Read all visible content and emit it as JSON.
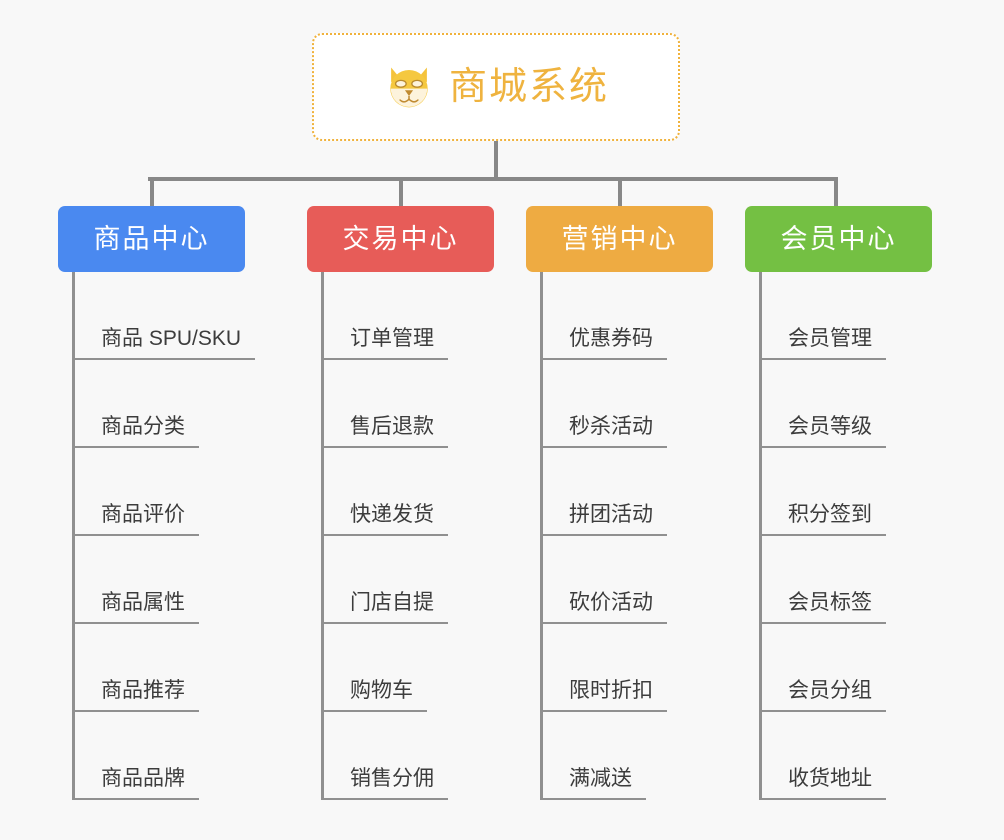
{
  "background_color": "#f8f8f8",
  "root": {
    "title": "商城系统",
    "icon": "shiba-dog-face-emoji",
    "text_color": "#efb33f",
    "border_color": "#f0b23c",
    "background_color": "#ffffff"
  },
  "connector_color": "#888888",
  "categories": [
    {
      "label": "商品中心",
      "color": "#4a89f0",
      "items": [
        "商品 SPU/SKU",
        "商品分类",
        "商品评价",
        "商品属性",
        "商品推荐",
        "商品品牌"
      ]
    },
    {
      "label": "交易中心",
      "color": "#e75c58",
      "items": [
        "订单管理",
        "售后退款",
        "快递发货",
        "门店自提",
        "购物车",
        "销售分佣"
      ]
    },
    {
      "label": "营销中心",
      "color": "#eeab42",
      "items": [
        "优惠券码",
        "秒杀活动",
        "拼团活动",
        "砍价活动",
        "限时折扣",
        "满减送"
      ]
    },
    {
      "label": "会员中心",
      "color": "#74c043",
      "items": [
        "会员管理",
        "会员等级",
        "积分签到",
        "会员标签",
        "会员分组",
        "收货地址"
      ]
    }
  ]
}
